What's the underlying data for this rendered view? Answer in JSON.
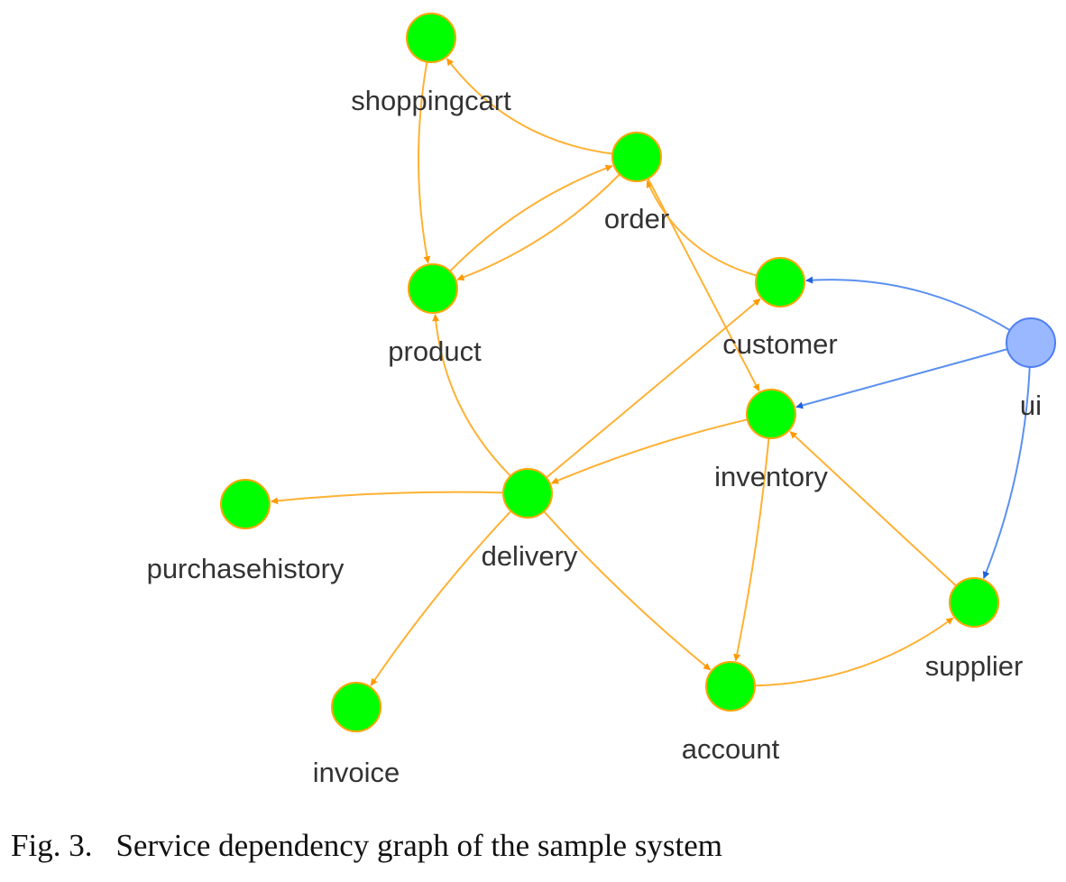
{
  "nodes": [
    {
      "id": "shoppingcart",
      "label": "shoppingcart",
      "kind": "service"
    },
    {
      "id": "order",
      "label": "order",
      "kind": "service"
    },
    {
      "id": "product",
      "label": "product",
      "kind": "service"
    },
    {
      "id": "customer",
      "label": "customer",
      "kind": "service"
    },
    {
      "id": "ui",
      "label": "ui",
      "kind": "ui"
    },
    {
      "id": "inventory",
      "label": "inventory",
      "kind": "service"
    },
    {
      "id": "purchasehistory",
      "label": "purchasehistory",
      "kind": "service"
    },
    {
      "id": "delivery",
      "label": "delivery",
      "kind": "service"
    },
    {
      "id": "supplier",
      "label": "supplier",
      "kind": "service"
    },
    {
      "id": "invoice",
      "label": "invoice",
      "kind": "service"
    },
    {
      "id": "account",
      "label": "account",
      "kind": "service"
    }
  ],
  "edges": [
    {
      "from": "order",
      "to": "shoppingcart",
      "kind": "service"
    },
    {
      "from": "shoppingcart",
      "to": "product",
      "kind": "service"
    },
    {
      "from": "order",
      "to": "product",
      "kind": "service"
    },
    {
      "from": "product",
      "to": "order",
      "kind": "service"
    },
    {
      "from": "customer",
      "to": "order",
      "kind": "service"
    },
    {
      "from": "order",
      "to": "inventory",
      "kind": "service"
    },
    {
      "from": "delivery",
      "to": "product",
      "kind": "service"
    },
    {
      "from": "delivery",
      "to": "customer",
      "kind": "service"
    },
    {
      "from": "inventory",
      "to": "delivery",
      "kind": "service"
    },
    {
      "from": "delivery",
      "to": "purchasehistory",
      "kind": "service"
    },
    {
      "from": "delivery",
      "to": "invoice",
      "kind": "service"
    },
    {
      "from": "delivery",
      "to": "account",
      "kind": "service"
    },
    {
      "from": "inventory",
      "to": "account",
      "kind": "service"
    },
    {
      "from": "account",
      "to": "supplier",
      "kind": "service"
    },
    {
      "from": "supplier",
      "to": "inventory",
      "kind": "service"
    },
    {
      "from": "ui",
      "to": "customer",
      "kind": "ui"
    },
    {
      "from": "ui",
      "to": "inventory",
      "kind": "ui"
    },
    {
      "from": "ui",
      "to": "supplier",
      "kind": "ui"
    }
  ],
  "colors": {
    "service_node_fill": "#00ff00",
    "service_node_stroke": "#ffa500",
    "ui_node_fill": "#99b8ff",
    "ui_node_stroke": "#4f7ff0",
    "service_edge": "#ffb133",
    "ui_edge": "#5b90f0",
    "service_arrow": "#ff9900",
    "ui_arrow": "#1f5fe0",
    "label_text": "#333333"
  },
  "caption": {
    "number": "Fig. 3.",
    "text": "Service dependency graph of the sample system"
  }
}
